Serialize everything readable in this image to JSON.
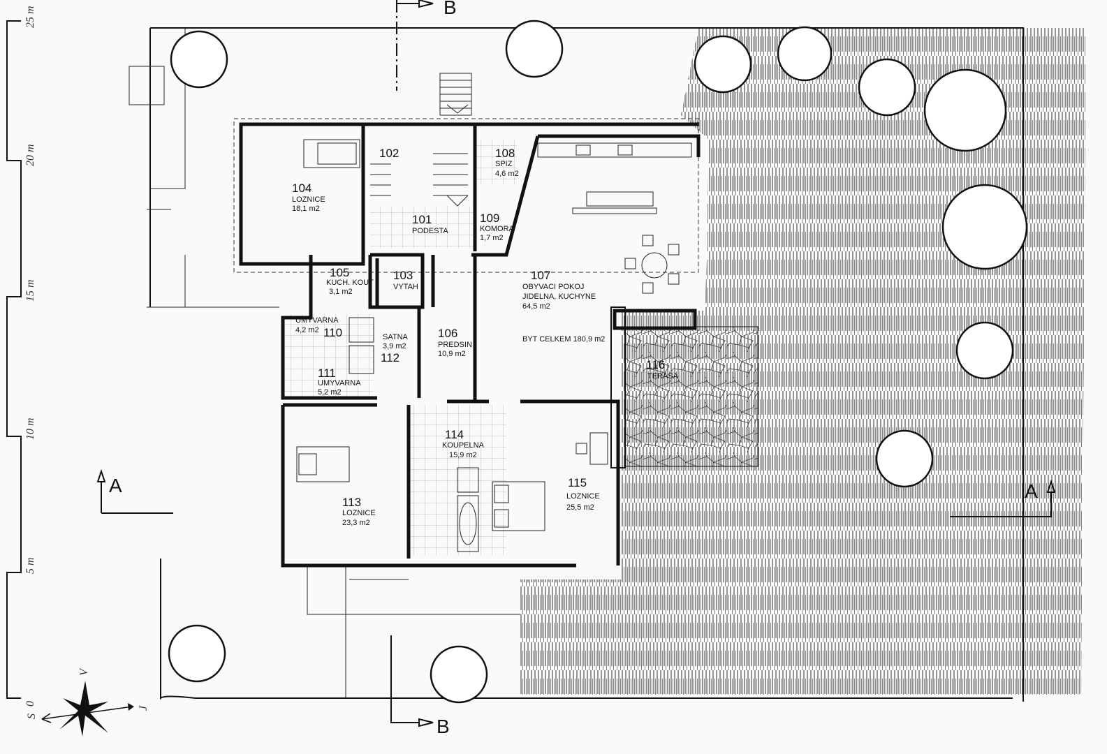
{
  "plan": {
    "total_area": "BYT CELKEM 180,9 m2",
    "rooms": [
      {
        "no": "104",
        "name": "LOZNICE",
        "area": "18,1 m2"
      },
      {
        "no": "102"
      },
      {
        "no": "108",
        "name": "SPIZ",
        "area": "4,6 m2"
      },
      {
        "no": "101",
        "name": "PODESTA"
      },
      {
        "no": "109",
        "name": "KOMORA",
        "area": "1,7 m2"
      },
      {
        "no": "105",
        "name": "KUCH. KOUT",
        "area": "3,1 m2"
      },
      {
        "no": "103",
        "name": "VYTAH"
      },
      {
        "no": "107",
        "name": "OBYVACI POKOJ",
        "name2": "JIDELNA, KUCHYNE",
        "area": "64,5 m2"
      },
      {
        "no": "110",
        "name": "UMYVARNA",
        "area": "4,2 m2"
      },
      {
        "no": "112",
        "name": "SATNA",
        "area": "3,9 m2"
      },
      {
        "no": "106",
        "name": "PREDSIN",
        "area": "10,9 m2"
      },
      {
        "no": "111",
        "name": "UMYVARNA",
        "area": "5,2 m2"
      },
      {
        "no": "116",
        "name": "TERASA"
      },
      {
        "no": "114",
        "name": "KOUPELNA",
        "area": "15,9 m2"
      },
      {
        "no": "113",
        "name": "LOZNICE",
        "area": "23,3 m2"
      },
      {
        "no": "115",
        "name": "LOZNICE",
        "area": "25,5 m2"
      }
    ]
  },
  "sections": {
    "a": "A",
    "b": "B"
  },
  "scale": {
    "labels": [
      "0",
      "5 m",
      "10 m",
      "15 m",
      "20 m",
      "25 m"
    ]
  },
  "compass": {
    "north": "S",
    "south": "J",
    "east": "V"
  }
}
